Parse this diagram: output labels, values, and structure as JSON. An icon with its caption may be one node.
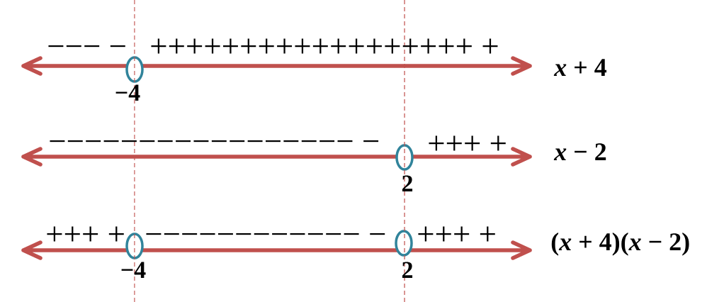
{
  "diagram": {
    "labels": [
      "−−− −",
      "++++++++++++++++++ +",
      "*x* + 4",
      "−4",
      "−−−−−−−−−−−−−−−−− −",
      "+++ +",
      "*x* − 2",
      "2",
      "+++ +",
      "−−−−−−−−−−−− −",
      "+++ +",
      "(*x* + 4)(*x* − 2)",
      "−4",
      "2"
    ]
  }
}
